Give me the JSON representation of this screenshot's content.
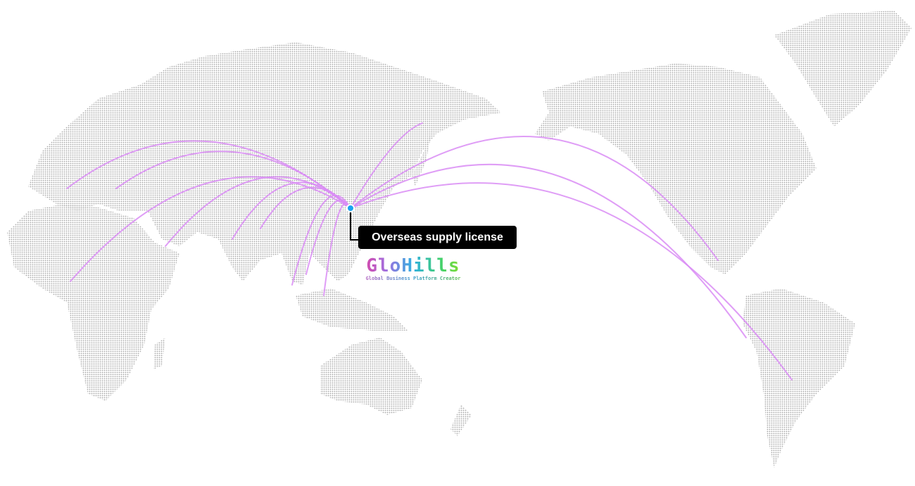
{
  "map": {
    "origin_label": "Overseas supply license",
    "arc_color": "#d98cf5",
    "origin_color": "#1aa3f0",
    "land_color": "#b8b8b8"
  },
  "logo": {
    "name": "GloHills",
    "tagline": "Global Business Platform Creator"
  }
}
